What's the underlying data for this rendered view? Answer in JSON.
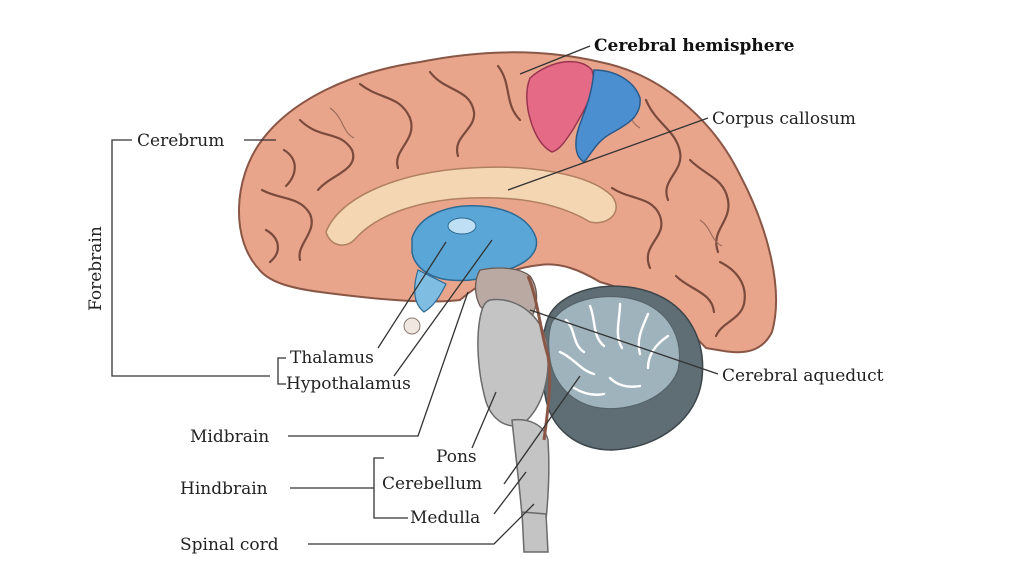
{
  "labels": {
    "cerebral_hemisphere": "Cerebral hemisphere",
    "corpus_callosum": "Corpus callosum",
    "cerebrum": "Cerebrum",
    "forebrain": "Forebrain",
    "thalamus": "Thalamus",
    "hypothalamus": "Hypothalamus",
    "cerebral_aqueduct": "Cerebral aqueduct",
    "midbrain": "Midbrain",
    "pons": "Pons",
    "hindbrain": "Hindbrain",
    "cerebellum": "Cerebellum",
    "medulla": "Medulla",
    "spinal_cord": "Spinal cord"
  },
  "colors": {
    "cortex": "#e8a58c",
    "cortex_dark": "#c98670",
    "white_matter": "#f5d6b2",
    "ventricle": "#5aa6d6",
    "highlight_pink": "#e46a85",
    "highlight_blue": "#4c8fd0",
    "brainstem": "#c4c4c4",
    "cerebellum": "#9fb3bd",
    "cerebellum_dark": "#5f6d74"
  }
}
